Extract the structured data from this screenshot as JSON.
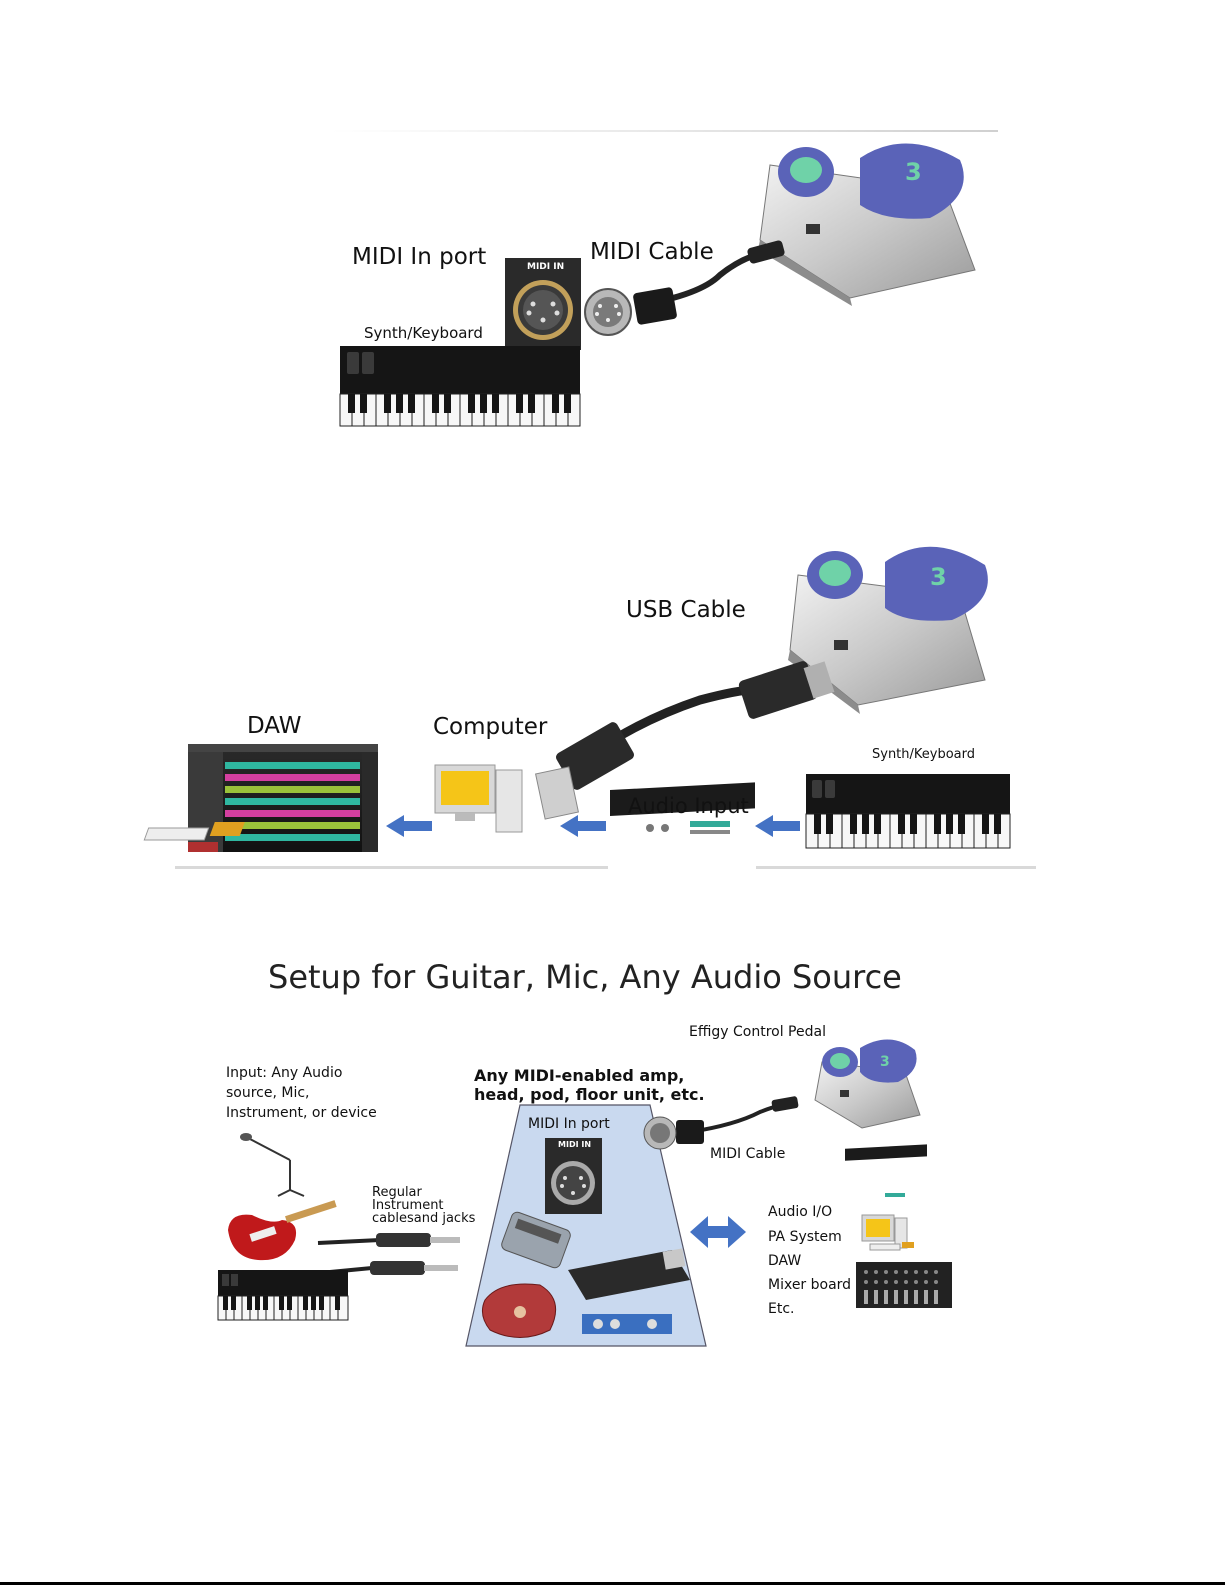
{
  "diagram1": {
    "midi_in_port_label": "MIDI In port",
    "midi_cable_label": "MIDI Cable",
    "synth_keyboard_label": "Synth/Keyboard",
    "midi_in_panel_text": "MIDI IN"
  },
  "diagram2": {
    "usb_cable_label": "USB Cable",
    "daw_label": "DAW",
    "computer_label": "Computer",
    "synth_keyboard_label": "Synth/Keyboard",
    "audio_input_label": "Audio Input"
  },
  "diagram3": {
    "title": "Setup for Guitar, Mic, Any Audio Source",
    "effigy_pedal_label": "Effigy Control Pedal",
    "input_label_line1": "Input: Any Audio",
    "input_label_line2": "source, Mic,",
    "input_label_line3": "Instrument, or device",
    "midi_device_line1": "Any MIDI-enabled amp,",
    "midi_device_line2": "head, pod, floor unit, etc.",
    "midi_in_port_label": "MIDI In port",
    "midi_in_panel_text": "MIDI IN",
    "midi_cable_label": "MIDI Cable",
    "cables_line1": "Regular",
    "cables_line2": "Instrument",
    "cables_line3": "cablesand jacks",
    "outputs": [
      "Audio I/O",
      "PA System",
      "DAW",
      "Mixer board",
      "Etc."
    ]
  },
  "colors": {
    "arrow_blue": "#4472c4",
    "panel_blue": "#c9d9ef",
    "pedal_blue": "#5a63b8",
    "pedal_green": "#6fd2a8"
  }
}
